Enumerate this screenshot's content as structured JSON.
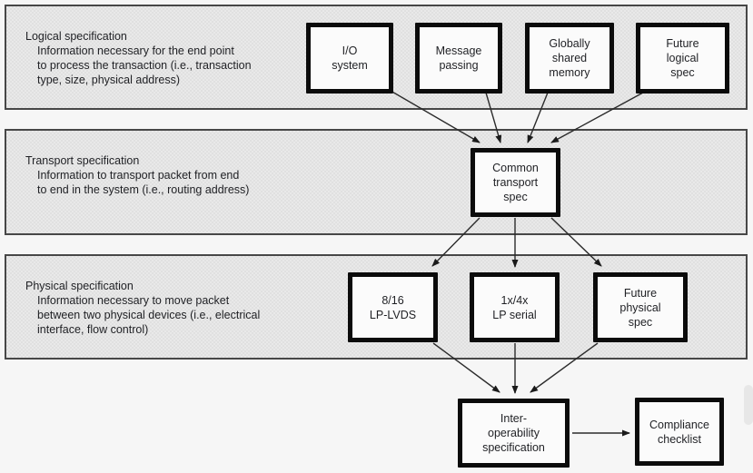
{
  "diagram": {
    "bands": [
      {
        "title": "Logical specification",
        "description": "Information necessary for the end point\nto process the transaction (i.e., transaction\ntype, size, physical address)"
      },
      {
        "title": "Transport specification",
        "description": "Information to transport packet from end\nto end in the system (i.e., routing address)"
      },
      {
        "title": "Physical specification",
        "description": "Information necessary to move packet\nbetween two physical devices (i.e., electrical\ninterface, flow control)"
      }
    ],
    "nodes": {
      "io_system": "I/O\nsystem",
      "message_passing": "Message\npassing",
      "globally_shared_memory": "Globally\nshared\nmemory",
      "future_logical_spec": "Future\nlogical\nspec",
      "common_transport_spec": "Common\ntransport\nspec",
      "lp_lvds": "8/16\nLP-LVDS",
      "lp_serial": "1x/4x\nLP serial",
      "future_physical_spec": "Future\nphysical\nspec",
      "interoperability_specification": "Inter-\noperability\nspecification",
      "compliance_checklist": "Compliance\nchecklist"
    }
  },
  "colors": {
    "page_bg": "#f6f6f6",
    "band_fill": "#e9e9e9",
    "band_border": "#474747",
    "node_fill": "#fbfbfb",
    "node_border": "#0b0b0b",
    "arrow": "#2b2b2b",
    "text": "#1f2024"
  }
}
